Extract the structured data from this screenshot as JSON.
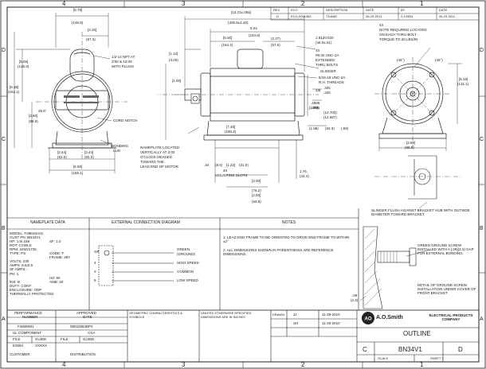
{
  "zones": {
    "top": [
      "4",
      "3",
      "2",
      "1"
    ],
    "side": [
      "D",
      "C",
      "B",
      "A"
    ]
  },
  "revision_block": {
    "headers": [
      "REV",
      "ECO",
      "DESCRIPTION",
      "DATE",
      "BY",
      "DATE"
    ],
    "row": [
      "D",
      "ECO-0001383",
      "T.KANE",
      "06-29-2011",
      "S.CHEN",
      "06-29-2011"
    ]
  },
  "front_view": {
    "dims": [
      "[5.78]",
      "(146.8)",
      "[2.25]",
      "(57.3)",
      "[5.05]",
      "(128.3)",
      "[6.38]",
      "(162.1)",
      "[3.50]",
      "(88.9)",
      "[2.44]",
      "(62.0)",
      "[2.44]",
      "(62.0)",
      "[6.50]",
      "(165.1)",
      "35.5°",
      "1/2-14 NPT AT",
      "3:00 & 12:00",
      "WITH PLUGS",
      "CORD NOTCH",
      "BONDING",
      "LUG",
      "NAMEPLATE LOCATED",
      "VERTICALLY AT 3:00",
      "O'CLOCK HEADED",
      "TOWARD THE",
      "LEAD END OF MOTOR"
    ]
  },
  "side_view": {
    "dims": [
      "[13.21±.055]",
      "(335.5±1.40)",
      "9.24",
      "(234.8)",
      "[5.00]",
      "(154.4)",
      "(2.27)",
      "(57.6)",
      "[1.12]",
      "(3.00)",
      "[1.00]",
      "[1.00]",
      "[7.48]",
      "(190.2)",
      ".34",
      "(8.6)",
      "[1.22]",
      "(31.0)",
      "4X",
      "MOUNTING SLOTS",
      "[3.00]",
      "(76.2)",
      "[2.00]",
      "(50.8)",
      "1.75",
      "(44.4)",
      "1.8120.020",
      "(46.0±.51)",
      "4X",
      "#8-32 UNC-2A",
      "EXTENDED",
      "THRU BOLTS",
      "SLINGER",
      "5/16-18 UNC-2A",
      "R.H. THREADS",
      ".335",
      ".325",
      "3/8",
      ".4996",
      ".4995",
      "(12.700)",
      "(12.687)",
      "(1.98)",
      "(50.3)",
      "(.59)"
    ]
  },
  "end_view": {
    "dims": [
      "(45°)",
      "4X",
      "NOTE REQUIRED LOCATED",
      "ON EACH THRU BOLT",
      "TORQUE TO 20 LBS/IN",
      "(45°)",
      "[5.16]",
      "(131.1)",
      "[3.50]",
      "(88.9)"
    ]
  },
  "nameplate": {
    "title": "NAMEPLATE DATA",
    "lines": [
      "MODEL: F48K84A01",
      "CUST PN: BN34V1",
      "HP: 1.5/.188",
      "SF: 1.0",
      "ROT: CCWLE",
      "RPM: 3450/1725",
      "TYPE: PS",
      "CODE: F",
      "FRAME: 48Y",
      "VOLTS: 230",
      "AMPS: 6.5/2.5",
      "SF AMPS: -",
      "PH: 1",
      "HZ: 60",
      "INS: B",
      "AMB: 40",
      "DUTY: CONT",
      "ENCLOSURE: ODP",
      "THERMALLY PROTECTED"
    ]
  },
  "connection": {
    "title": "EXTERNAL CONNECTION DIAGRAM",
    "leads": [
      {
        "num": "GR",
        "color": "GREEN",
        "desc": "(GROUND)"
      },
      {
        "num": "4",
        "color": "",
        "desc": "HIGH SPEED"
      },
      {
        "num": "3",
        "color": "",
        "desc": "COMMON"
      },
      {
        "num": "6",
        "color": "",
        "desc": "LOW SPEED"
      }
    ]
  },
  "notes": {
    "title": "NOTES",
    "items": [
      "1. LEAD END FRAME TO BE ORIENTED TO DRIVE END FRAME TO WITHIN ±2°",
      "2. ALL DIMENSIONS SHOWN IN PARENTHESIS ARE REFERENCE DIMENSIONS."
    ]
  },
  "detail": {
    "slinger_note": "SLINGER FLUSH AGAINST BRACKET HUB WITH OUTSIDE DIAMETER TOWARD BRACKET.",
    "ground_screw": "GREEN GROUND SCREW INSTALLED WITH A [.09](2.3) GAP FOR EXTERNAL BONDING.",
    "detail_caption": "DETAIL OF GROUND SCREW INSTALLATION UNDER COVER OF FRONT BRACKET",
    "dim_a": ".09",
    "dim_b": "(2.3)"
  },
  "title_block": {
    "performance": "PERFORMANCE",
    "number": "NUMBER",
    "approved": "APPROVED",
    "date": "DATE",
    "perf_no": "F48M2W1",
    "perf_date": "08022684BP2",
    "ul_component": "UL COMPONENT",
    "csa": "CSA",
    "file_l": "FILE",
    "guide_l": "GUIDE",
    "ul_file": "E2654",
    "ul_guide": "XXXXX",
    "customer": "CUSTOMER",
    "distribution": "DISTRIBUTION",
    "geo_header": "GEOMETRIC CHARACTERISTICS & SYMBOLS",
    "tol_header": "UNLESS OTHERWISE SPECIFIED DIMENSIONS ARE IN INCHES",
    "drawn": "DRAWN",
    "drawn_by": "JJ",
    "drawn_date": "11-29-2010",
    "checked": "SH",
    "checked_date": "11-29-2010",
    "company": "ELECTRICAL PRODUCTS COMPANY",
    "logo": "A.O.Smith",
    "title": "OUTLINE",
    "size": "C",
    "dwg_no": "BN34V1",
    "rev": "D",
    "sheet": "SHEET 1",
    "scale": "SCALE"
  }
}
